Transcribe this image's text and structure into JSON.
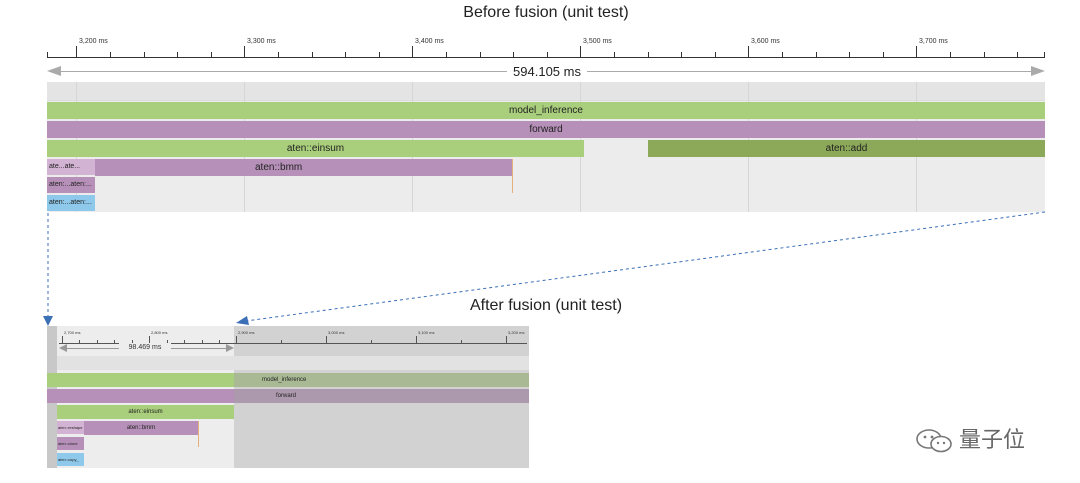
{
  "titles": {
    "top": "Before fusion (unit test)",
    "bottom": "After fusion (unit test)"
  },
  "top_trace": {
    "ruler_labels": [
      "3,200 ms",
      "3,300 ms",
      "3,400 ms",
      "3,500 ms",
      "3,600 ms",
      "3,700 ms"
    ],
    "duration": "594.105 ms",
    "bars": {
      "model_inference": "model_inference",
      "forward": "forward",
      "einsum": "aten::einsum",
      "add": "aten::add",
      "bmm": "aten::bmm",
      "small1": "ate...ate...",
      "small2": "aten:...aten:...",
      "small3": "aten:...aten:..."
    }
  },
  "bottom_trace": {
    "ruler_labels": [
      "2,700 ms",
      "2,800 ms",
      "2,900 ms",
      "3,000 ms",
      "3,100 ms",
      "3,200 ms"
    ],
    "duration": "98.469 ms",
    "bars": {
      "model_inference": "model_inference",
      "forward": "forward",
      "einsum": "aten::einsum",
      "bmm": "aten::bmm",
      "small1": "aten::reshape",
      "small2": "aten::clone",
      "small3": "aten::copy_"
    }
  },
  "watermark": "量子位",
  "colors": {
    "green": "#a9cf7c",
    "dark_green": "#8ca95a",
    "purple": "#b690b8",
    "light_purple": "#d2b3d3",
    "blue": "#8ec8ea",
    "connector": "#3b6fb6"
  }
}
